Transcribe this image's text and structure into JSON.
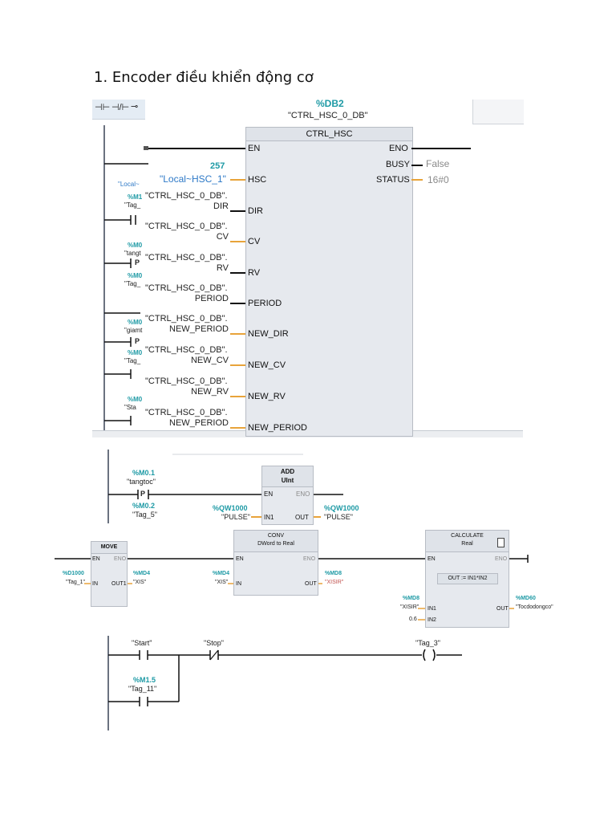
{
  "heading": "1. Encoder điều khiển động cơ",
  "ladder1": {
    "toolbar": {
      "no_contact": "⊣⊢",
      "nc_contact": "⊣/⊢",
      "coil": "⊸"
    },
    "instance_addr": "%DB2",
    "instance_name": "\"CTRL_HSC_0_DB\"",
    "block_title": "CTRL_HSC",
    "en": "EN",
    "eno": "ENO",
    "busy_label": "BUSY",
    "busy_value": "False",
    "status_label": "STATUS",
    "status_value": "16#0",
    "hsc_label": "HSC",
    "hsc_value": "257",
    "hsc_tag": "\"Local~HSC_1\"",
    "local_stub": "\"Local~",
    "pins": [
      {
        "name": "DIR",
        "tag1": "\"CTRL_HSC_0_DB\".",
        "tag2": "DIR"
      },
      {
        "name": "CV",
        "tag1": "\"CTRL_HSC_0_DB\".",
        "tag2": "CV"
      },
      {
        "name": "RV",
        "tag1": "\"CTRL_HSC_0_DB\".",
        "tag2": "RV"
      },
      {
        "name": "PERIOD",
        "tag1": "\"CTRL_HSC_0_DB\".",
        "tag2": "PERIOD"
      },
      {
        "name": "NEW_DIR",
        "tag1": "\"CTRL_HSC_0_DB\".",
        "tag2": "NEW_PERIOD"
      },
      {
        "name": "NEW_CV",
        "tag1": "\"CTRL_HSC_0_DB\".",
        "tag2": "NEW_CV"
      },
      {
        "name": "NEW_RV",
        "tag1": "\"CTRL_HSC_0_DB\".",
        "tag2": "NEW_RV"
      },
      {
        "name": "NEW_PERIOD",
        "tag1": "\"CTRL_HSC_0_DB\".",
        "tag2": "NEW_PERIOD"
      }
    ],
    "left_contacts": [
      {
        "addr": "%M1",
        "tag": "\"Tag_"
      },
      {
        "addr": "%M0",
        "tag": "\"tangt"
      },
      {
        "addr": "%M0",
        "tag": "\"Tag_"
      },
      {
        "addr": "%M0",
        "tag": "\"giamt"
      },
      {
        "addr": "%M0",
        "tag": "\"Tag_"
      },
      {
        "addr": "%M0",
        "tag": "\"Sta"
      }
    ],
    "p_label": "P"
  },
  "ladder2": {
    "contact_addr": "%M0.1",
    "contact_tag": "\"tangtoc\"",
    "p_label": "P",
    "edge_addr": "%M0.2",
    "edge_tag": "\"Tag_5\"",
    "block_title1": "ADD",
    "block_title2": "UInt",
    "en": "EN",
    "eno": "ENO",
    "in1_addr": "%QW1000",
    "in1_tag": "\"PULSE\"",
    "in1_pin": "IN1",
    "out_pin": "OUT",
    "out_addr": "%QW1000",
    "out_tag": "\"PULSE\""
  },
  "ladder3": {
    "move": {
      "title": "MOVE",
      "en": "EN",
      "eno": "ENO",
      "in_pin": "IN",
      "out_pin": "OUT1",
      "in_addr": "%D1000",
      "in_tag": "\"Tag_1\"",
      "out_addr": "%MD4",
      "out_tag": "\"XIS\""
    },
    "conv": {
      "title1": "CONV",
      "title2": "DWord to Real",
      "en": "EN",
      "eno": "ENO",
      "in_pin": "IN",
      "out_pin": "OUT",
      "in_addr": "%MD4",
      "in_tag": "\"XIS\"",
      "out_addr": "%MD8",
      "out_tag": "\"XISIR\""
    },
    "calc": {
      "title1": "CALCULATE",
      "title2": "Real",
      "en": "EN",
      "eno": "ENO",
      "formula": "OUT := IN1*IN2",
      "in1_pin": "IN1",
      "in2_pin": "IN2",
      "out_pin": "OUT",
      "in1_addr": "%MD8",
      "in1_tag": "\"XISIR\"",
      "in2_value": "0.6",
      "out_addr": "%MD60",
      "out_tag": "\"Tocdodongco\""
    }
  },
  "ladder4": {
    "start_tag": "\"Start\"",
    "stop_tag": "\"Stop\"",
    "coil_tag": "\"Tag_3\"",
    "seal_addr": "%M1.5",
    "seal_tag": "\"Tag_11\""
  }
}
